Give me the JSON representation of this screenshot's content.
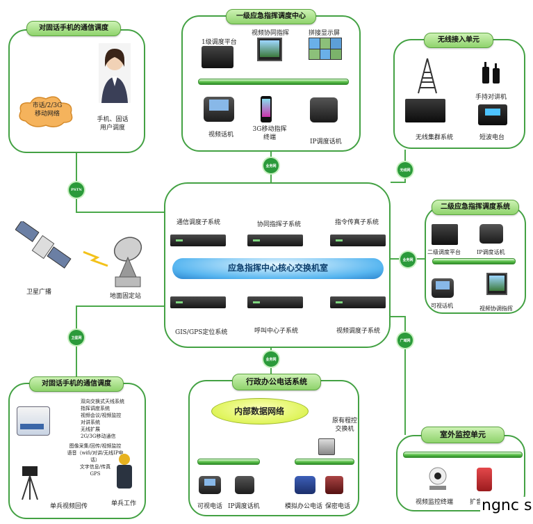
{
  "boxes": {
    "top_left": {
      "title": "对固话手机的通信调度",
      "cloud": "市话/2/3G\n移动网络",
      "caption": "手机、固话\n用户调度"
    },
    "top_center": {
      "title": "一级应急指挥调度中心",
      "labels": [
        "1级调度平台",
        "视频协同指挥",
        "拼接显示屏",
        "视频话机",
        "3G移动指挥\n终端",
        "IP调度话机"
      ]
    },
    "top_right": {
      "title": "无线接入单元",
      "labels": [
        "手持对讲机",
        "无线集群系统",
        "短波电台"
      ]
    },
    "right_mid": {
      "title": "二级应急指挥调度系统",
      "labels": [
        "二级调度平台",
        "IP调度话机",
        "可视话机",
        "视频协调指挥"
      ]
    },
    "bottom_left": {
      "title": "对固话手机的通信调度",
      "list1": "双向交换式天线系统\n指挥调度系统\n视频会议/视频监控\n对讲系统\n无线扩展\n2G/3G移动通信",
      "list2": "图像采集/回传/视频监控\n语音（wifi/对讲/无线IP电话）\n文字信息/传真\nGPS",
      "caption1": "单兵视频回传",
      "caption2": "单兵工作"
    },
    "bottom_center": {
      "title": "行政办公电话系统",
      "network": "内部数据网络",
      "pbx": "原有程控\n交换机",
      "labels": [
        "可视电话",
        "IP调度话机",
        "模拟办公电话",
        "保密电话"
      ]
    },
    "bottom_right": {
      "title": "室外监控单元",
      "labels": [
        "视频监控终端",
        "扩音呼叫中心"
      ]
    }
  },
  "core": {
    "title": "应急指挥中心核心交换机室",
    "subsystems_top": [
      "通信调度子系统",
      "协同指挥子系统",
      "指令传真子系统"
    ],
    "subsystems_bottom": [
      "GIS/GPS定位系统",
      "呼叫中心子系统",
      "视频调度子系统"
    ]
  },
  "satellite": {
    "labels": [
      "卫星广播",
      "地面固定站"
    ]
  },
  "links": {
    "top": "业务网",
    "top_right": "无线网",
    "left": "PSTN",
    "right": "业务网",
    "bottom_left": "卫星网",
    "bottom_right": "广域网",
    "bottom": "业务网"
  },
  "watermark": "ngnc s"
}
